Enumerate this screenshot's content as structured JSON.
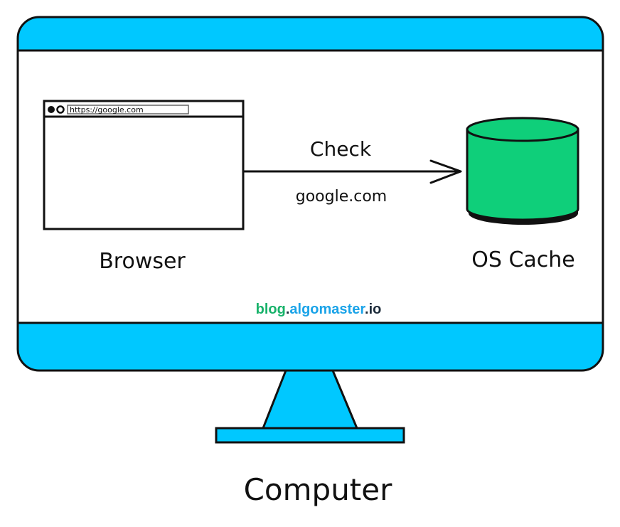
{
  "diagram": {
    "browser": {
      "url": "https://google.com",
      "label": "Browser"
    },
    "arrow": {
      "label_top": "Check",
      "label_bottom": "google.com"
    },
    "cache": {
      "label": "OS Cache"
    },
    "watermark": {
      "part1": "blog",
      "dot1": ".",
      "part2": "algomaster",
      "dot2": ".",
      "part3": "io"
    },
    "computer_label": "Computer"
  },
  "colors": {
    "monitor_blue": "#00c8ff",
    "cache_green": "#0fcf7a",
    "outline": "#111111",
    "watermark_green": "#17b26a",
    "watermark_blue": "#1aa3e8",
    "watermark_dark": "#1c2b3a"
  }
}
